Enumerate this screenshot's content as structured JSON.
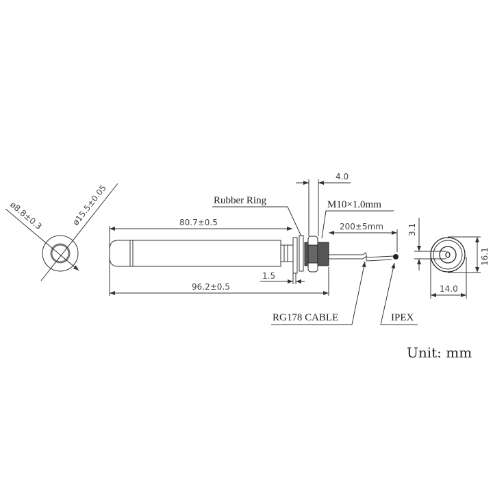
{
  "end_view_left": {
    "inner_diameter": "ø8.8±0.3",
    "outer_diameter": "ø15.5±0.05"
  },
  "side_view": {
    "antenna_length": "80.7±0.5",
    "total_length": "96.2±0.5",
    "flange_thickness": "1.5",
    "nut_width": "4.0",
    "thread_label": "M10×1.0mm",
    "rubber_ring_label": "Rubber Ring",
    "cable_length": "200±5mm",
    "cable_label": "RG178 CABLE",
    "connector_label": "IPEX"
  },
  "end_view_right": {
    "height": "16.1",
    "width": "14.0",
    "pin_offset": "3.1"
  },
  "unit_note": "Unit: mm"
}
